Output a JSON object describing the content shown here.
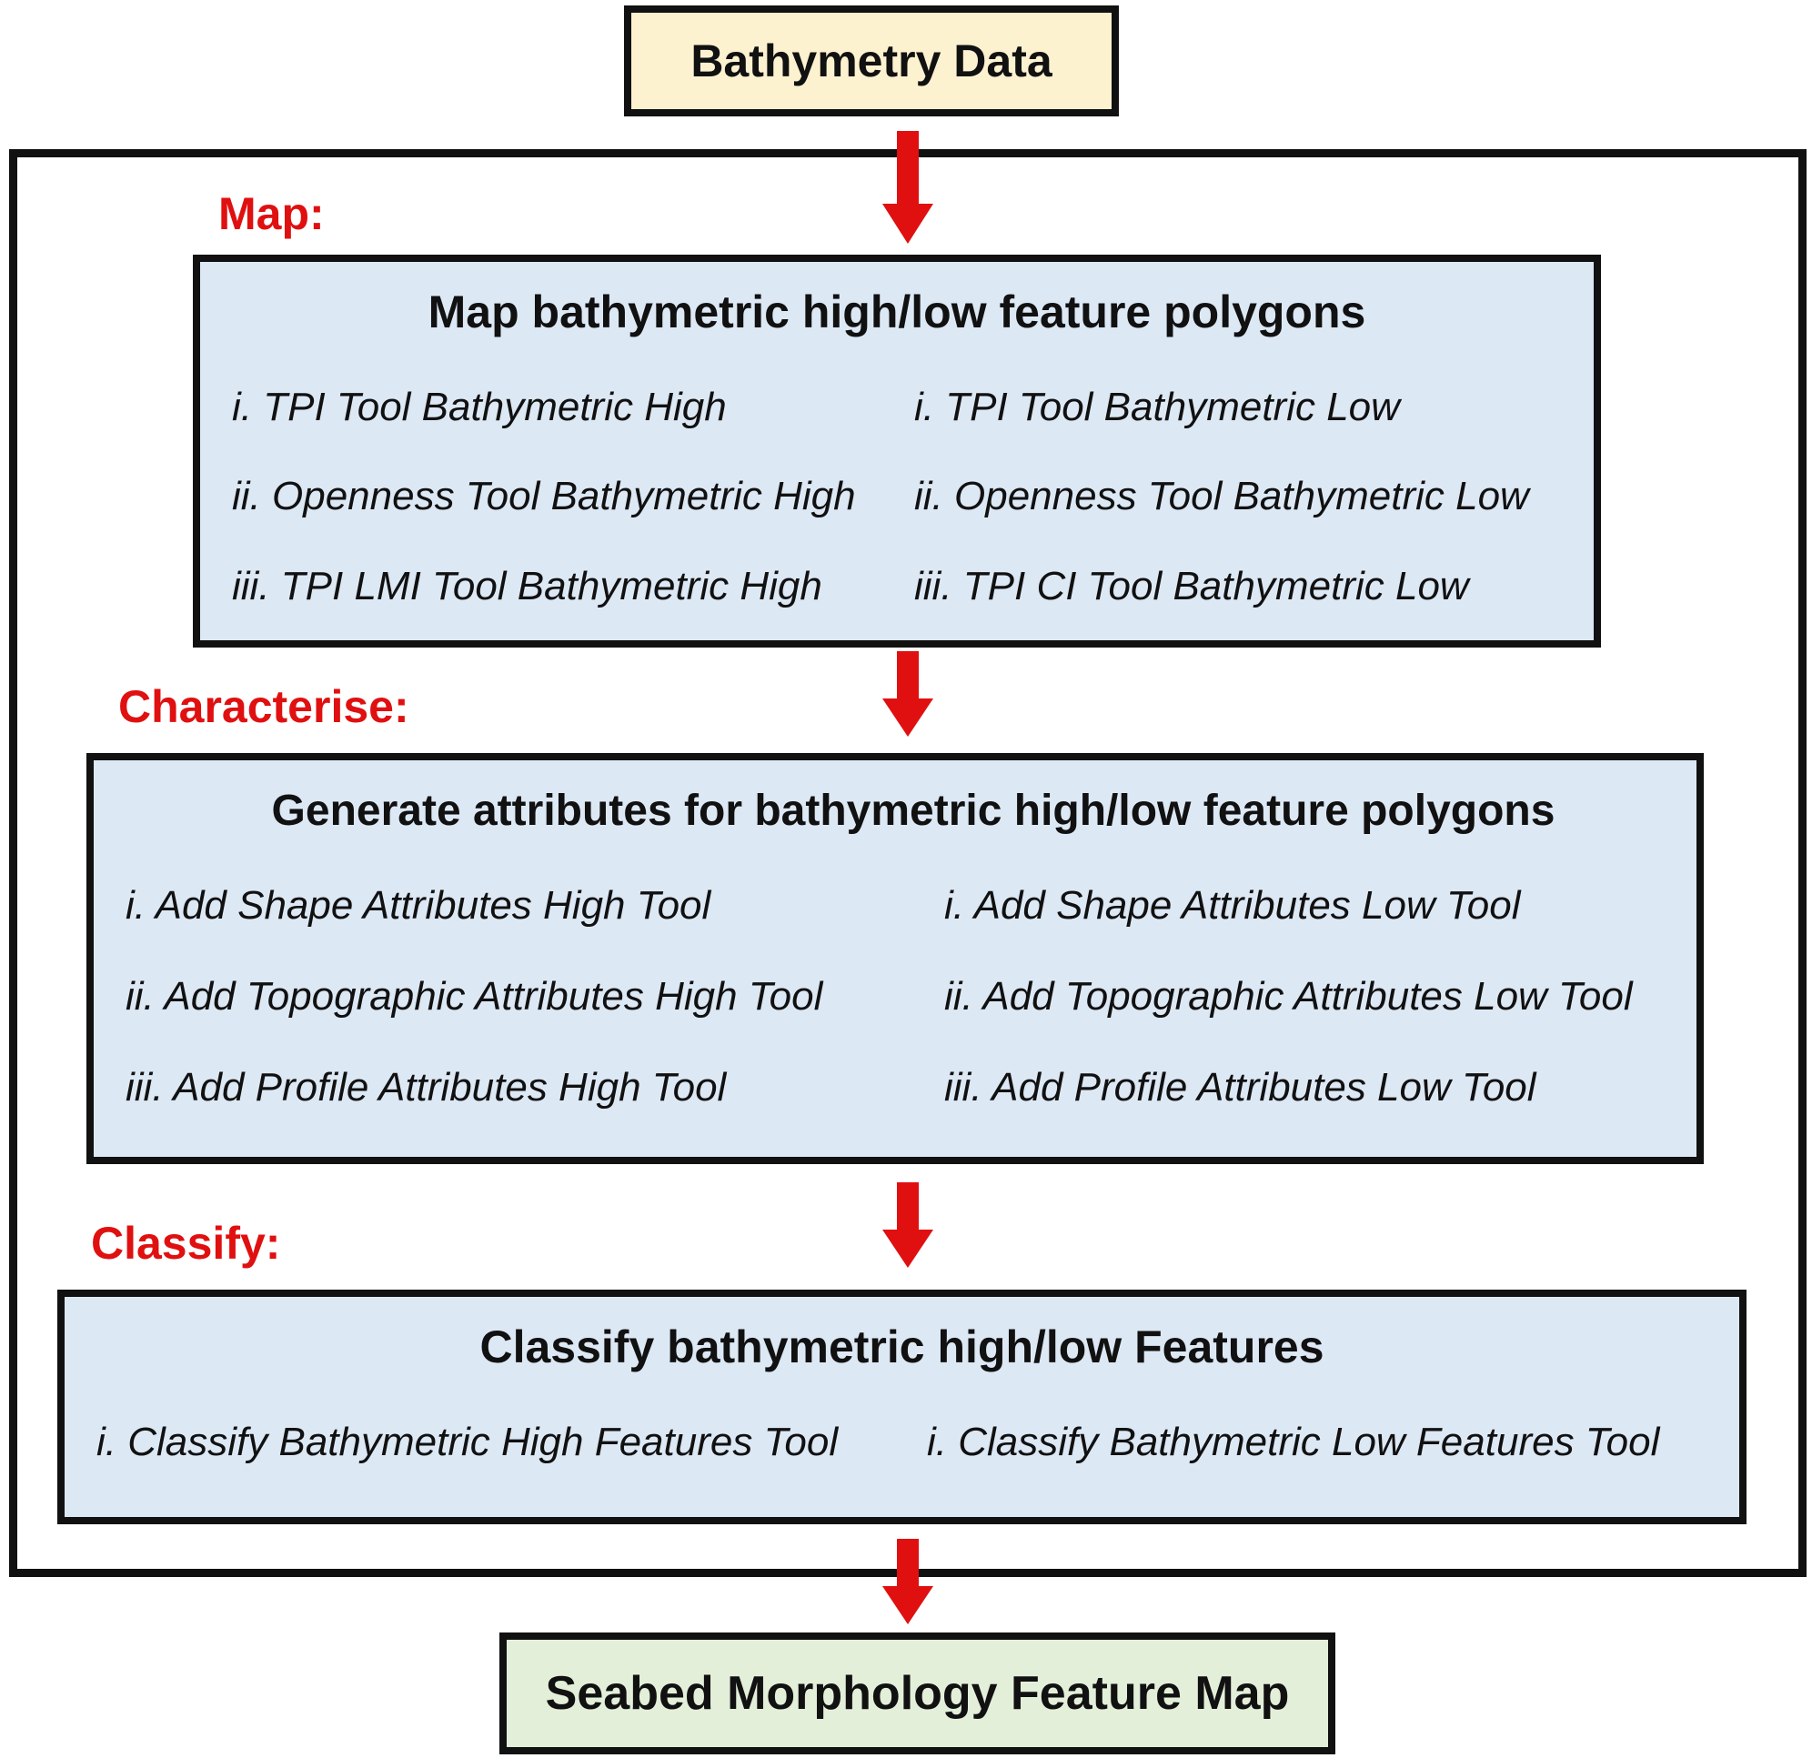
{
  "input": {
    "label": "Bathymetry Data"
  },
  "output": {
    "label": "Seabed Morphology Feature Map"
  },
  "steps": {
    "map": {
      "label": "Map:",
      "title": "Map bathymetric high/low feature polygons",
      "high_tools": [
        "i. TPI Tool Bathymetric High",
        "ii. Openness Tool Bathymetric High",
        "iii. TPI LMI Tool Bathymetric High"
      ],
      "low_tools": [
        "i. TPI Tool Bathymetric Low",
        "ii. Openness Tool Bathymetric Low",
        "iii. TPI CI Tool Bathymetric Low"
      ]
    },
    "characterise": {
      "label": "Characterise:",
      "title": "Generate attributes for bathymetric high/low feature polygons",
      "high_tools": [
        "i. Add Shape Attributes High Tool",
        "ii. Add Topographic Attributes High Tool",
        "iii. Add Profile Attributes High Tool"
      ],
      "low_tools": [
        "i. Add Shape Attributes Low Tool",
        "ii. Add Topographic Attributes Low Tool",
        "iii. Add Profile Attributes Low Tool"
      ]
    },
    "classify": {
      "label": "Classify:",
      "title": "Classify bathymetric high/low Features",
      "high_tools": [
        "i. Classify Bathymetric High Features Tool"
      ],
      "low_tools": [
        "i. Classify Bathymetric Low Features Tool"
      ]
    }
  },
  "colors": {
    "step_label": "#e01010",
    "arrow": "#e01010",
    "panel_fill": "#dde8f5",
    "input_fill": "#fdf2d0",
    "output_fill": "#e3efd9"
  }
}
